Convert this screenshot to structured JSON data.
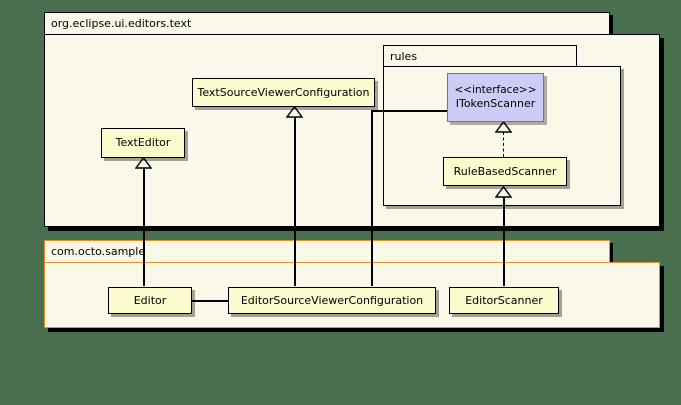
{
  "diagram": {
    "kind": "uml-class-diagram",
    "background_color": "#4a6f4e",
    "class_fill": "#fbfbce",
    "interface_fill": "#ccccf6",
    "package_fill": "#faf8e8",
    "package_border_upper": "#000000",
    "package_border_lower": "#e8902a"
  },
  "packages": [
    {
      "name": "org-eclipse-ui-editors-text",
      "label": "org.eclipse.ui.editors.text",
      "border_color": "#000000"
    },
    {
      "name": "rules",
      "label": "rules",
      "border_color": "#000000"
    },
    {
      "name": "com-octo-sample",
      "label": "com.octo.sample",
      "border_color": "#e8902a"
    }
  ],
  "classes": [
    {
      "name": "text-editor",
      "label": "TextEditor",
      "type": "class"
    },
    {
      "name": "text-source-viewer-configuration",
      "label": "TextSourceViewerConfiguration",
      "type": "class"
    },
    {
      "name": "itoken-scanner",
      "label": "ITokenScanner",
      "stereotype": "<<interface>>",
      "type": "interface"
    },
    {
      "name": "rule-based-scanner",
      "label": "RuleBasedScanner",
      "type": "class"
    },
    {
      "name": "editor",
      "label": "Editor",
      "type": "class"
    },
    {
      "name": "editor-source-viewer-configuration",
      "label": "EditorSourceViewerConfiguration",
      "type": "class"
    },
    {
      "name": "editor-scanner",
      "label": "EditorScanner",
      "type": "class"
    }
  ],
  "relationships": [
    {
      "name": "editor-extends-text-editor",
      "from": "Editor",
      "to": "TextEditor",
      "type": "generalization"
    },
    {
      "name": "editorsvc-extends-tsvc",
      "from": "EditorSourceViewerConfiguration",
      "to": "TextSourceViewerConfiguration",
      "type": "generalization"
    },
    {
      "name": "rulebasedscanner-implements-itokenscanner",
      "from": "RuleBasedScanner",
      "to": "ITokenScanner",
      "type": "realization"
    },
    {
      "name": "editorscanner-extends-rulebasedscanner",
      "from": "EditorScanner",
      "to": "RuleBasedScanner",
      "type": "generalization"
    },
    {
      "name": "editor-uses-editorsvc",
      "from": "Editor",
      "to": "EditorSourceViewerConfiguration",
      "type": "association"
    },
    {
      "name": "editorsvc-uses-itokenscanner",
      "from": "EditorSourceViewerConfiguration",
      "to": "ITokenScanner",
      "type": "association"
    }
  ]
}
